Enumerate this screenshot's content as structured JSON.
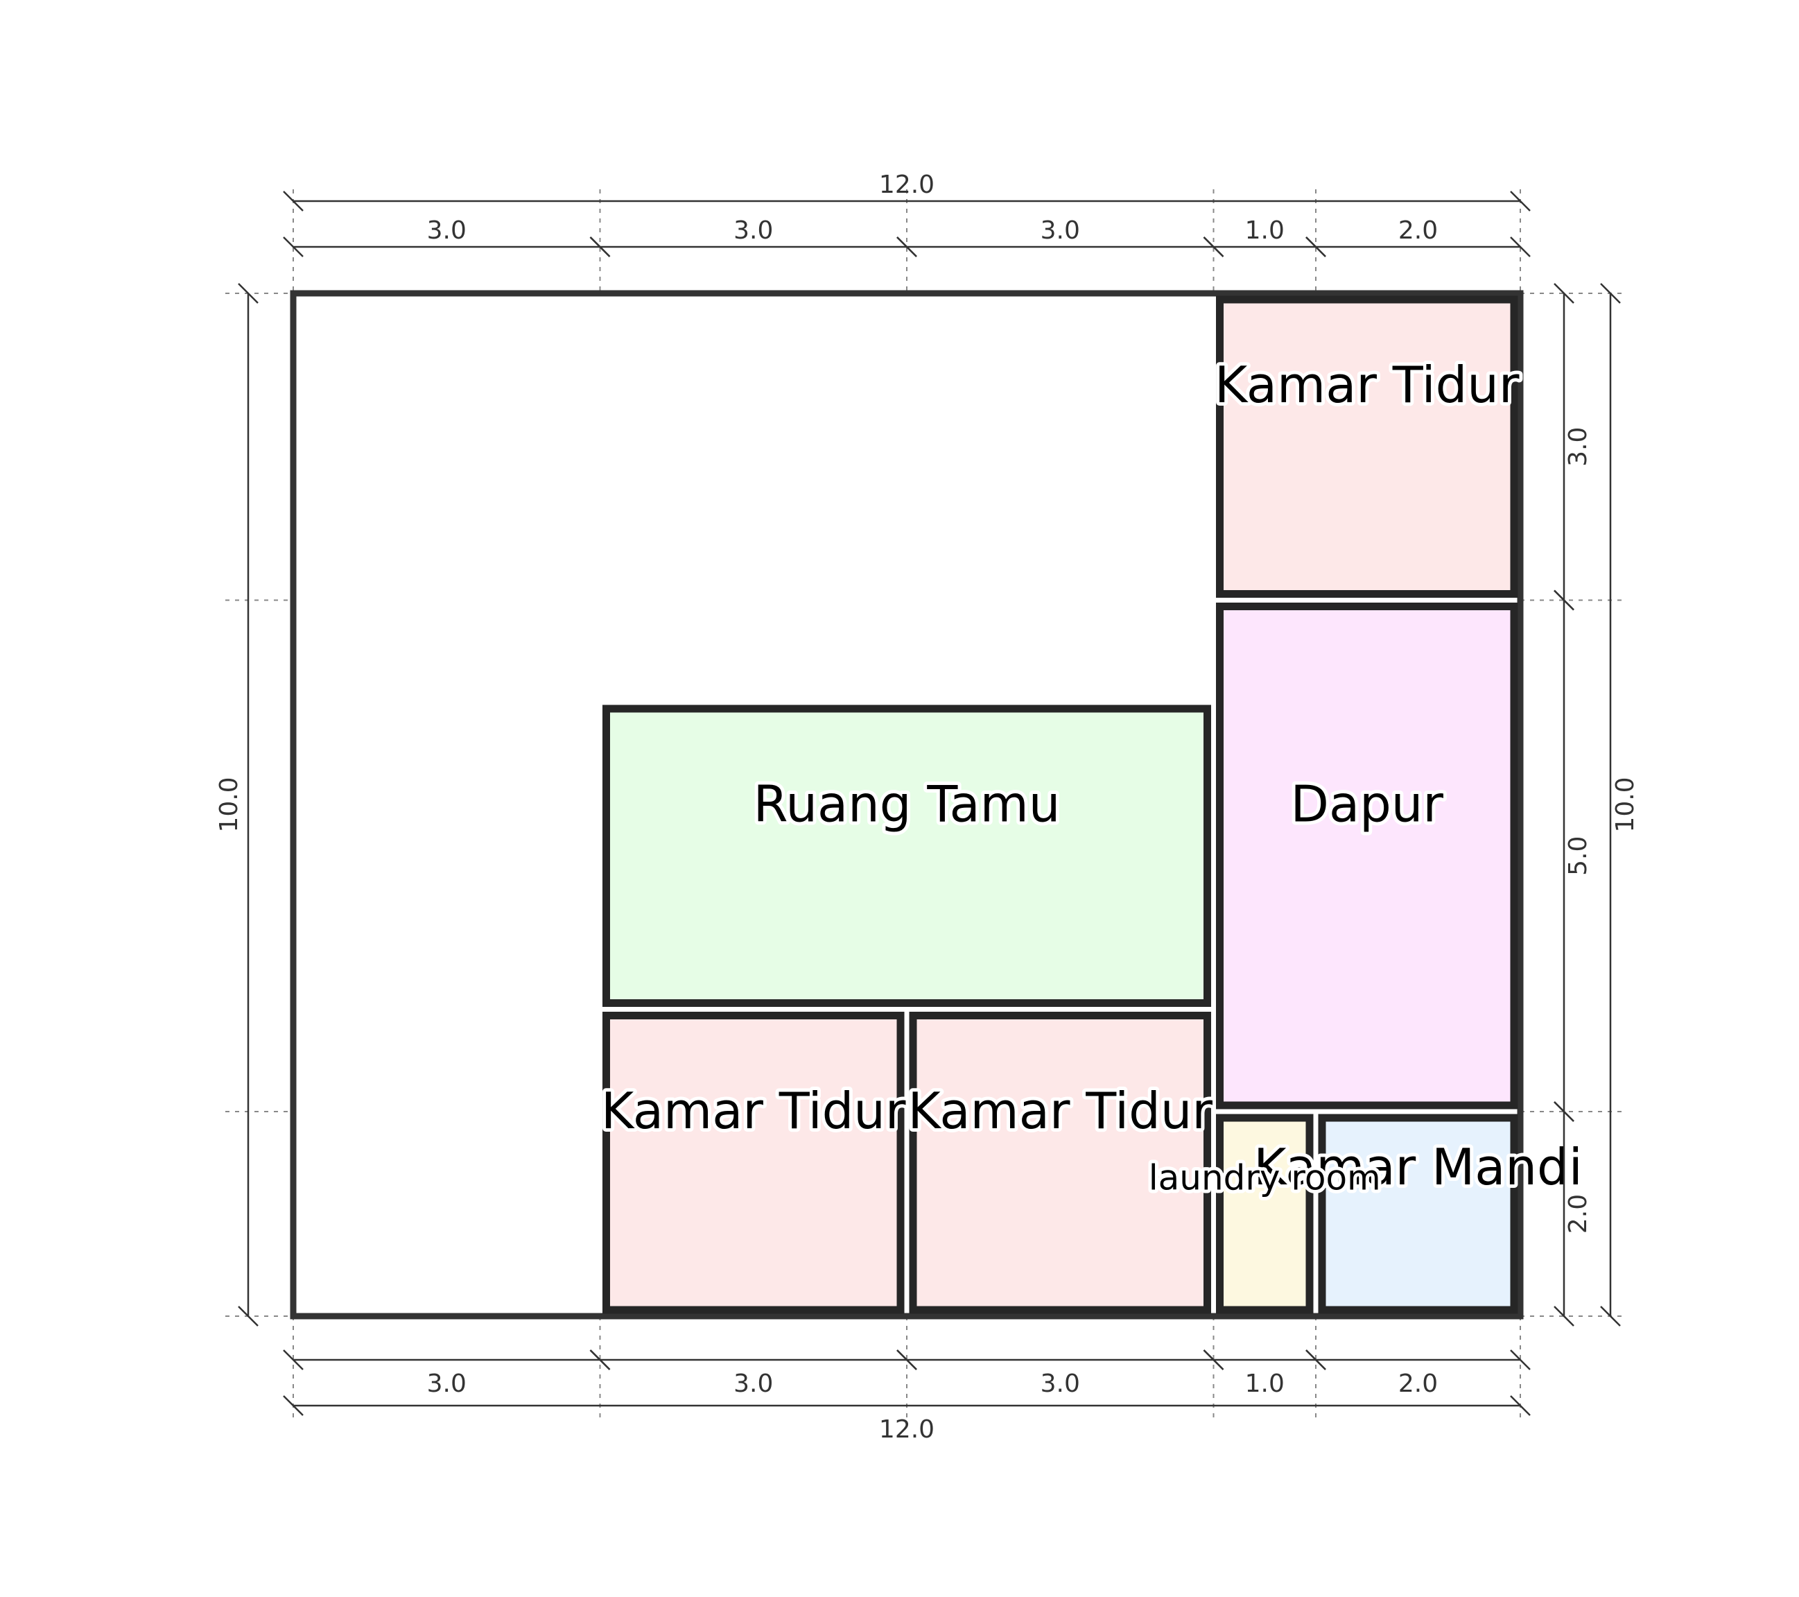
{
  "plan": {
    "width": 12,
    "height": 10,
    "rooms": [
      {
        "name": "Kamar Tidur",
        "x": 9,
        "y": 0,
        "w": 3,
        "h": 3,
        "fill": "#fde8e8",
        "label_size": "large",
        "label_dy": 0.9
      },
      {
        "name": "Dapur",
        "x": 9,
        "y": 3,
        "w": 3,
        "h": 5,
        "fill": "#fde6fd",
        "label_size": "large",
        "label_dy": 2
      },
      {
        "name": "Ruang Tamu",
        "x": 3,
        "y": 4,
        "w": 6,
        "h": 3,
        "fill": "#e6fde6",
        "label_size": "large",
        "label_dy": 1
      },
      {
        "name": "Kamar Tidur",
        "x": 3,
        "y": 7,
        "w": 3,
        "h": 3,
        "fill": "#fde8e8",
        "label_size": "large",
        "label_dy": 1
      },
      {
        "name": "Kamar Tidur",
        "x": 6,
        "y": 7,
        "w": 3,
        "h": 3,
        "fill": "#fde8e8",
        "label_size": "large",
        "label_dy": 1
      },
      {
        "name": "Kamar Mandi",
        "x": 10,
        "y": 8,
        "w": 2,
        "h": 2,
        "fill": "#e6f2fd",
        "label_size": "large",
        "label_dy": 0.55
      },
      {
        "name": "laundry room",
        "x": 9,
        "y": 8,
        "w": 1,
        "h": 2,
        "fill": "#fdf8e0",
        "label_size": "small",
        "label_dy": 0.6
      }
    ],
    "x_segments": [
      {
        "label": "3.0",
        "from": 0,
        "to": 3
      },
      {
        "label": "3.0",
        "from": 3,
        "to": 6
      },
      {
        "label": "3.0",
        "from": 6,
        "to": 9
      },
      {
        "label": "1.0",
        "from": 9,
        "to": 10
      },
      {
        "label": "2.0",
        "from": 10,
        "to": 12
      }
    ],
    "x_total": "12.0",
    "y_segments": [
      {
        "label": "3.0",
        "from": 0,
        "to": 3
      },
      {
        "label": "5.0",
        "from": 3,
        "to": 8
      },
      {
        "label": "2.0",
        "from": 8,
        "to": 10
      }
    ],
    "y_total": "10.0"
  }
}
